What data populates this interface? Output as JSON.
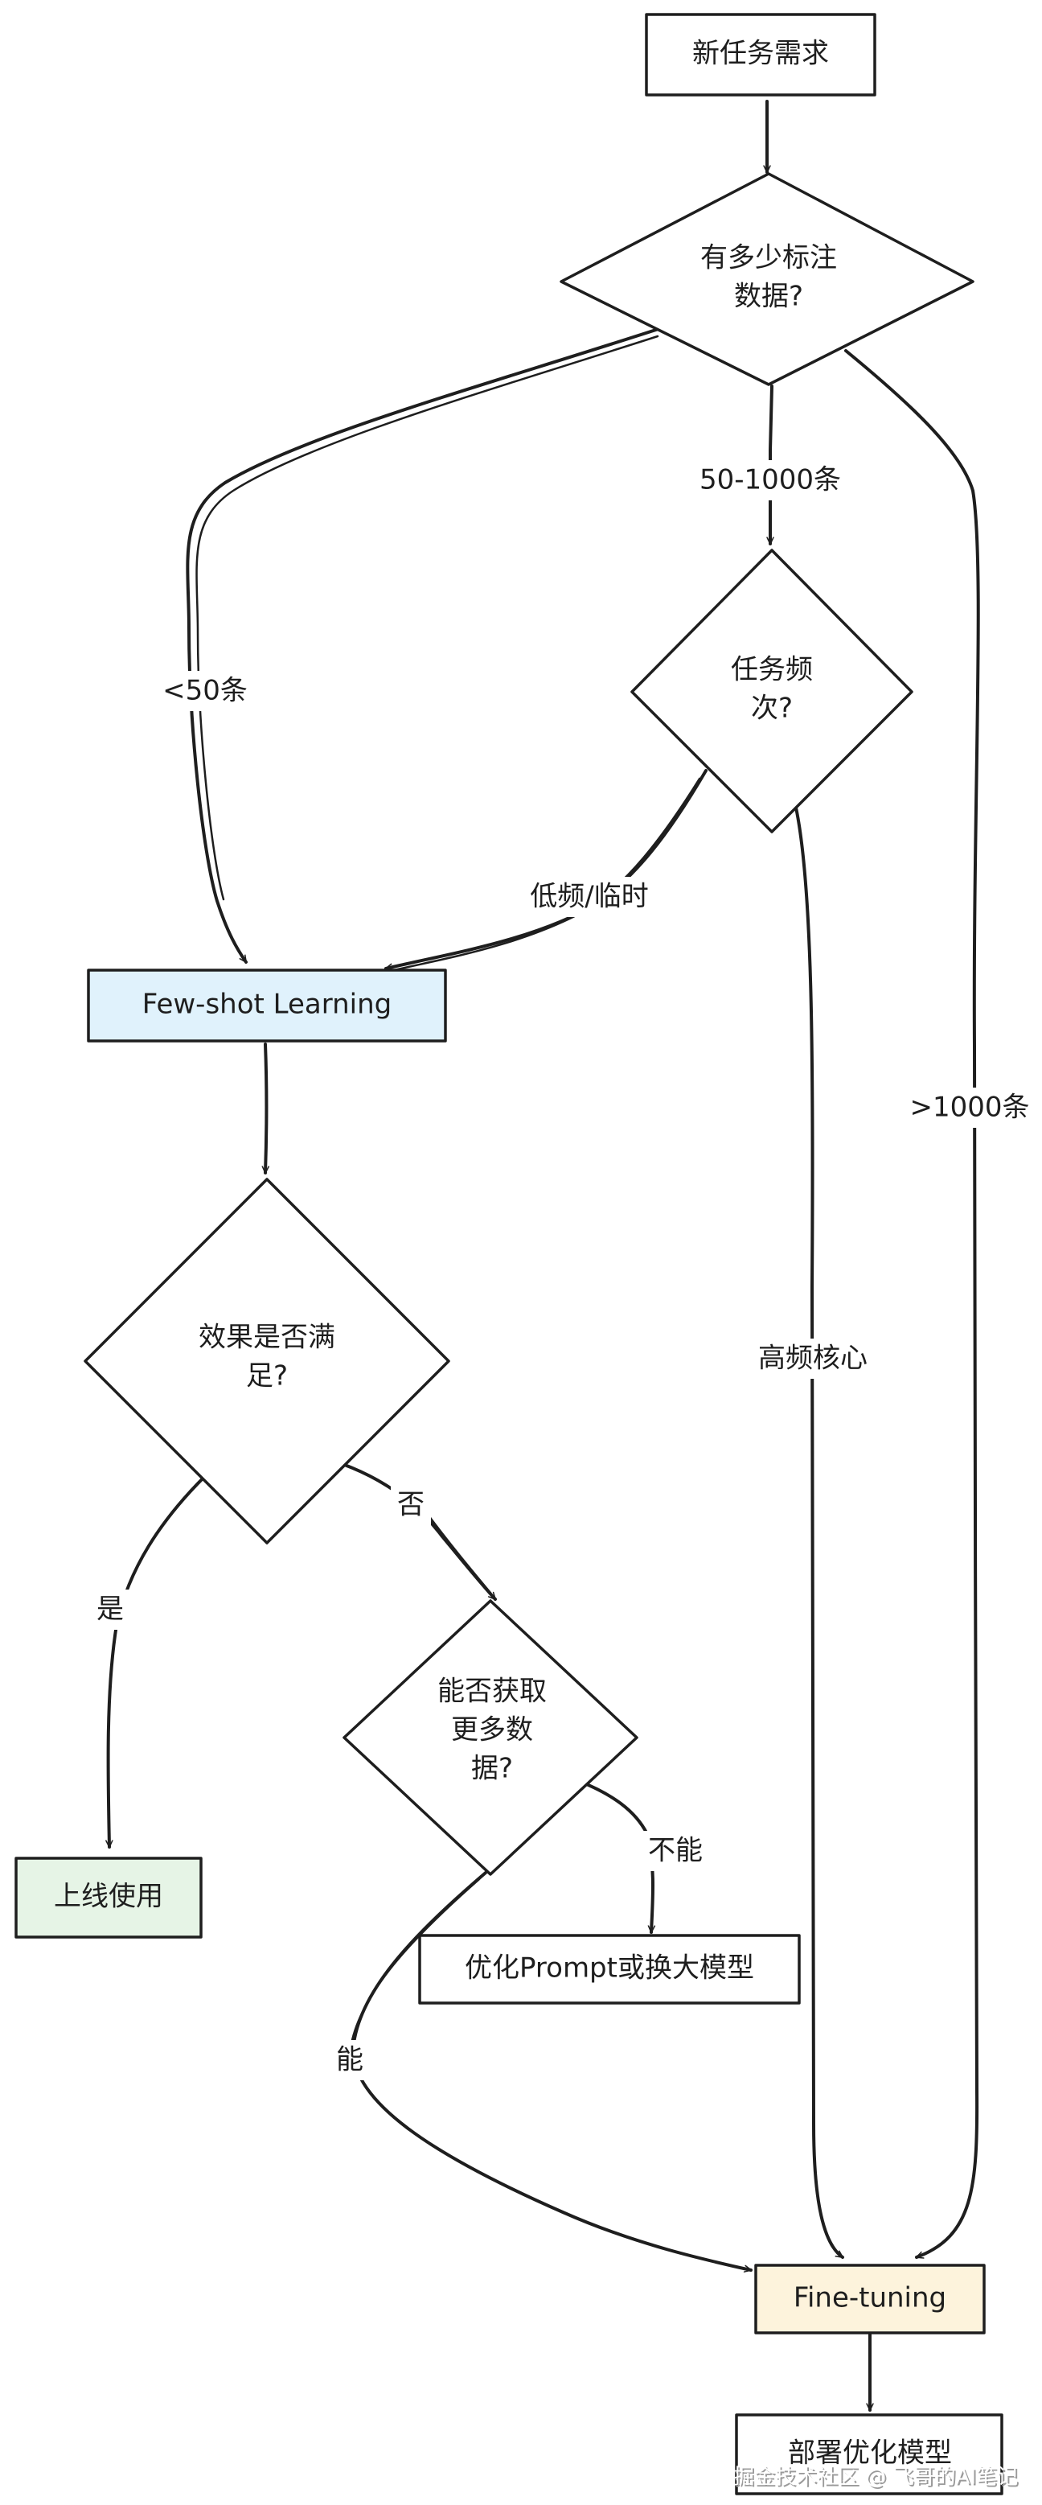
{
  "diagram": {
    "nodes": {
      "start": {
        "lines": [
          "新任务需求"
        ]
      },
      "data_amount": {
        "lines": [
          "有多少标注",
          "数据?"
        ]
      },
      "frequency": {
        "lines": [
          "任务频",
          "次?"
        ]
      },
      "few_shot": {
        "lines": [
          "Few-shot Learning"
        ],
        "fill": "#e0f2fc"
      },
      "satisfied": {
        "lines": [
          "效果是否满",
          "足?"
        ]
      },
      "more_data": {
        "lines": [
          "能否获取",
          "更多数",
          "据?"
        ]
      },
      "go_live": {
        "lines": [
          "上线使用"
        ],
        "fill": "#e6f4e6"
      },
      "optimize_prompt": {
        "lines": [
          "优化Prompt或换大模型"
        ]
      },
      "fine_tuning": {
        "lines": [
          "Fine-tuning"
        ],
        "fill": "#fdf3dc"
      },
      "deploy": {
        "lines": [
          "部署优化模型"
        ]
      }
    },
    "edge_labels": {
      "lt50": "<50条",
      "mid": "50-1000条",
      "gt1000": ">1000条",
      "low_freq": "低频/临时",
      "high_freq": "高频核心",
      "yes": "是",
      "no": "否",
      "can": "能",
      "cannot": "不能"
    }
  },
  "watermark": {
    "text": "掘金技术社区 @ 飞哥的AI笔记"
  }
}
